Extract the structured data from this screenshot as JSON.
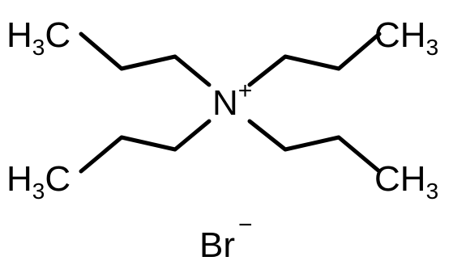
{
  "molecule": {
    "center_atom": {
      "symbol": "N",
      "charge": "+"
    },
    "groups": {
      "top_left": {
        "prefix": "H",
        "subscript": "3",
        "suffix": "C"
      },
      "top_right": {
        "prefix": "CH",
        "subscript": "3"
      },
      "bottom_left": {
        "prefix": "H",
        "subscript": "3",
        "suffix": "C"
      },
      "bottom_right": {
        "prefix": "CH",
        "subscript": "3"
      }
    },
    "counter_ion": {
      "symbol": "Br",
      "charge": "−"
    }
  }
}
